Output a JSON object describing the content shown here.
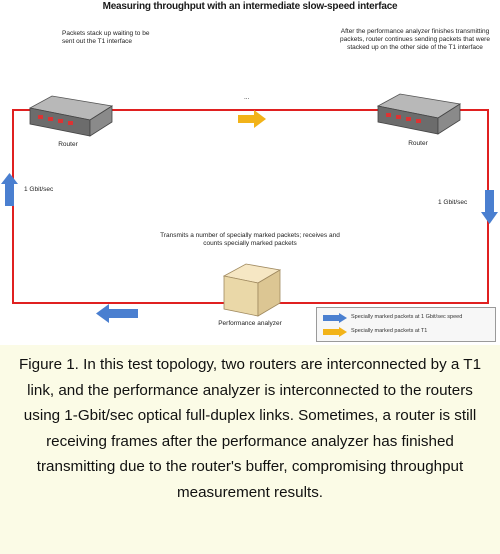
{
  "diagram": {
    "title": "Measuring throughput with an intermediate slow-speed interface",
    "notes": {
      "left": "Packets stack up waiting to be sent out the T1 interface",
      "right": "After the performance analyzer finishes transmitting packets, router continues sending packets that were stacked up on the other side of the T1 interface",
      "analyzer": "Transmits a number of specially marked packets; receives and counts specially marked packets"
    },
    "devices": {
      "router_left": "Router",
      "router_right": "Router",
      "analyzer": "Performance analyzer"
    },
    "links": {
      "left_speed": "1 Gbit/sec",
      "right_speed": "1 Gbit/sec",
      "t1_dots": "..."
    },
    "legend": [
      {
        "label": "Specially marked packets at 1 Gbit/sec speed",
        "color": "#4a7fd0"
      },
      {
        "label": "Specially marked packets at T1",
        "color": "#f2b319"
      }
    ],
    "colors": {
      "link_line": "#e02020",
      "gbit_arrow": "#4a7fd0",
      "t1_arrow": "#f2b319"
    }
  },
  "caption": {
    "text": "Figure 1. In this test topology, two routers are interconnected by a T1 link, and the performance analyzer is interconnected to the routers using 1-Gbit/sec optical full-duplex links. Sometimes, a router is still receiving frames after the performance analyzer has finished transmitting due to the router's buffer, compromising throughput measurement results."
  }
}
